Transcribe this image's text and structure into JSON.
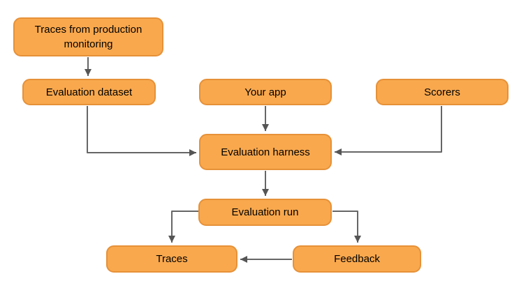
{
  "nodes": [
    {
      "id": "traces-from-production-monitoring",
      "label": "Traces from production monitoring"
    },
    {
      "id": "evaluation-dataset",
      "label": "Evaluation dataset"
    },
    {
      "id": "your-app",
      "label": "Your app"
    },
    {
      "id": "scorers",
      "label": "Scorers"
    },
    {
      "id": "evaluation-harness",
      "label": "Evaluation harness"
    },
    {
      "id": "evaluation-run",
      "label": "Evaluation run"
    },
    {
      "id": "traces",
      "label": "Traces"
    },
    {
      "id": "feedback",
      "label": "Feedback"
    }
  ],
  "edges": [
    {
      "from": "traces-from-production-monitoring",
      "to": "evaluation-dataset"
    },
    {
      "from": "evaluation-dataset",
      "to": "evaluation-harness"
    },
    {
      "from": "your-app",
      "to": "evaluation-harness"
    },
    {
      "from": "scorers",
      "to": "evaluation-harness"
    },
    {
      "from": "evaluation-harness",
      "to": "evaluation-run"
    },
    {
      "from": "evaluation-run",
      "to": "traces"
    },
    {
      "from": "evaluation-run",
      "to": "feedback"
    },
    {
      "from": "feedback",
      "to": "traces"
    }
  ],
  "colors": {
    "node_fill": "#F9A84D",
    "node_border": "#E69138",
    "arrow_line": "#666666",
    "arrow_head": "#555555",
    "text": "#000000",
    "background": "#FFFFFF"
  }
}
